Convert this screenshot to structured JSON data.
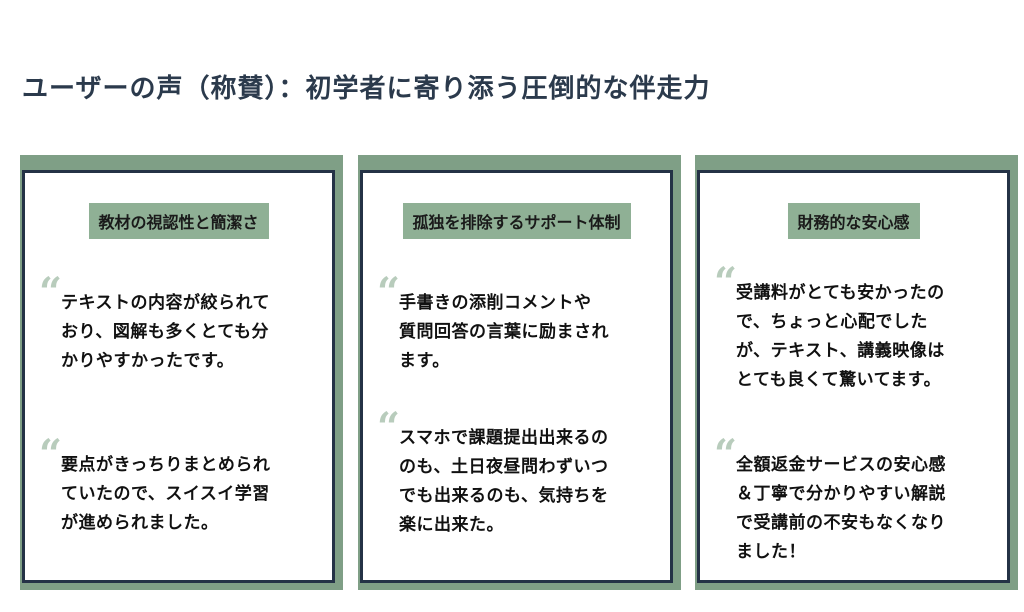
{
  "title": "ユーザーの声（称賛）：初学者に寄り添う圧倒的な伴走力",
  "cards": [
    {
      "heading": "教材の視認性と簡潔さ",
      "quotes": [
        {
          "mark": "“",
          "lines": [
            "テキストの内容が絞られて",
            "おり、図解も多くとても分",
            "かりやすかったです。"
          ]
        },
        {
          "mark": "“",
          "lines": [
            "要点がきっちりまとめられ",
            "ていたので、スイスイ学習",
            "が進められました。"
          ]
        }
      ]
    },
    {
      "heading": "孤独を排除するサポート体制",
      "quotes": [
        {
          "mark": "“",
          "lines": [
            "手書きの添削コメントや",
            "質問回答の言葉に励まされ",
            "ます。"
          ]
        },
        {
          "mark": "“",
          "lines": [
            "スマホで課題提出出来るの",
            "のも、土日夜昼問わずいつ",
            "でも出来るのも、気持ちを",
            "楽に出来た。"
          ]
        }
      ]
    },
    {
      "heading": "財務的な安心感",
      "quotes": [
        {
          "mark": "“",
          "lines": [
            "受講料がとても安かったの",
            "で、ちょっと心配でした",
            "が、テキスト、講義映像は",
            "とても良くて驚いてます。"
          ]
        },
        {
          "mark": "“",
          "lines": [
            "全額返金サービスの安心感",
            "＆丁寧で分かりやすい解説",
            "で受講前の不安もなくなり",
            "ました！"
          ]
        }
      ]
    }
  ]
}
